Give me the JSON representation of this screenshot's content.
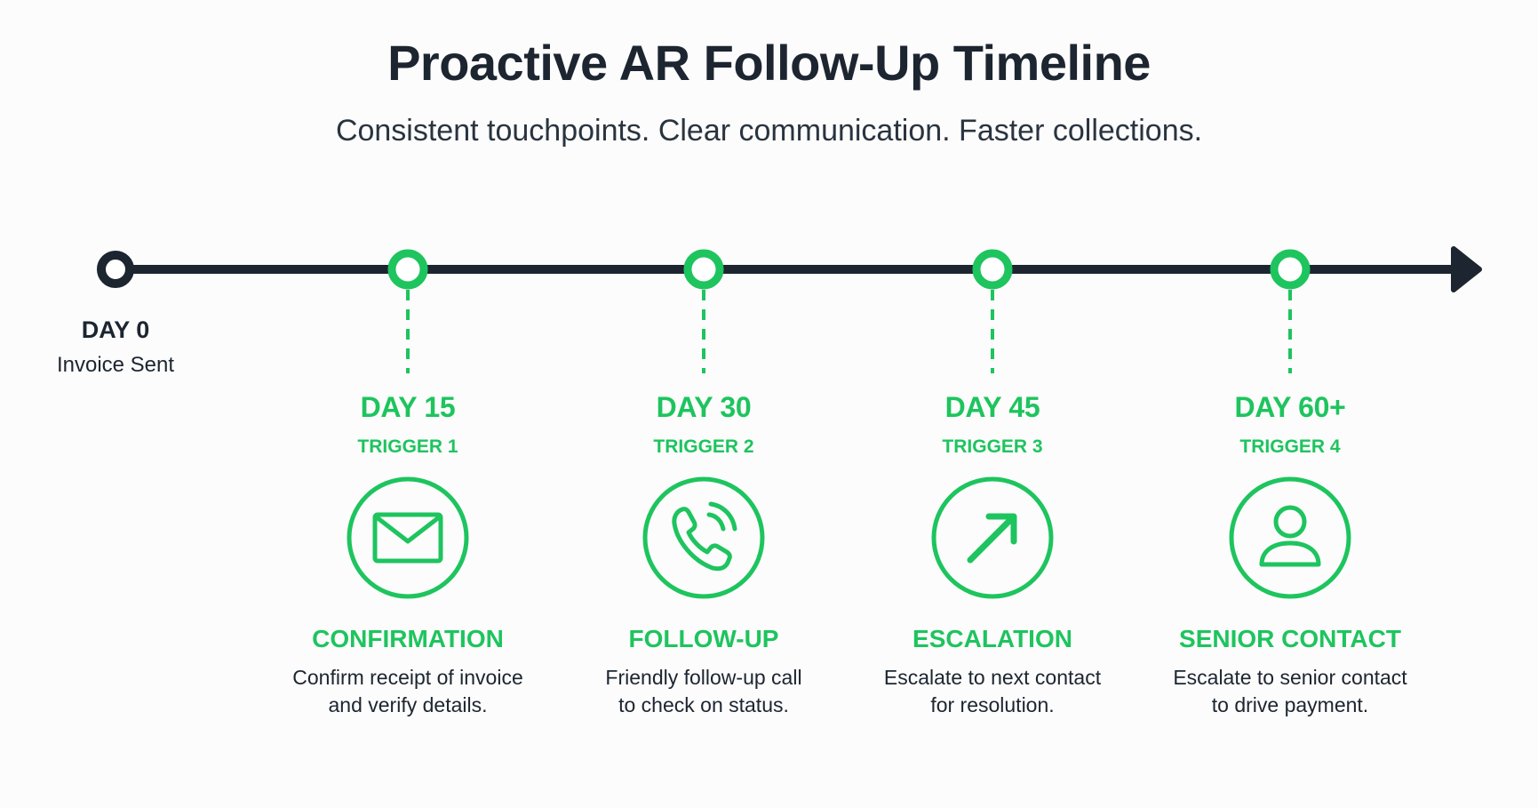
{
  "title": "Proactive AR Follow-Up Timeline",
  "subtitle": "Consistent touchpoints. Clear communication. Faster collections.",
  "colors": {
    "accent": "#1ec45e",
    "ink": "#1c2530",
    "background": "#fcfcfc"
  },
  "start": {
    "day": "DAY 0",
    "description": "Invoice Sent"
  },
  "milestones": [
    {
      "day": "DAY 15",
      "trigger": "TRIGGER 1",
      "icon": "envelope-icon",
      "phase": "CONFIRMATION",
      "description": "Confirm receipt of invoice\nand verify details."
    },
    {
      "day": "DAY 30",
      "trigger": "TRIGGER 2",
      "icon": "phone-icon",
      "phase": "FOLLOW-UP",
      "description": "Friendly follow-up call\nto check on status."
    },
    {
      "day": "DAY 45",
      "trigger": "TRIGGER 3",
      "icon": "arrow-up-right-icon",
      "phase": "ESCALATION",
      "description": "Escalate to next contact\nfor resolution."
    },
    {
      "day": "DAY 60+",
      "trigger": "TRIGGER 4",
      "icon": "person-icon",
      "phase": "SENIOR CONTACT",
      "description": "Escalate to senior contact\nto drive payment."
    }
  ]
}
